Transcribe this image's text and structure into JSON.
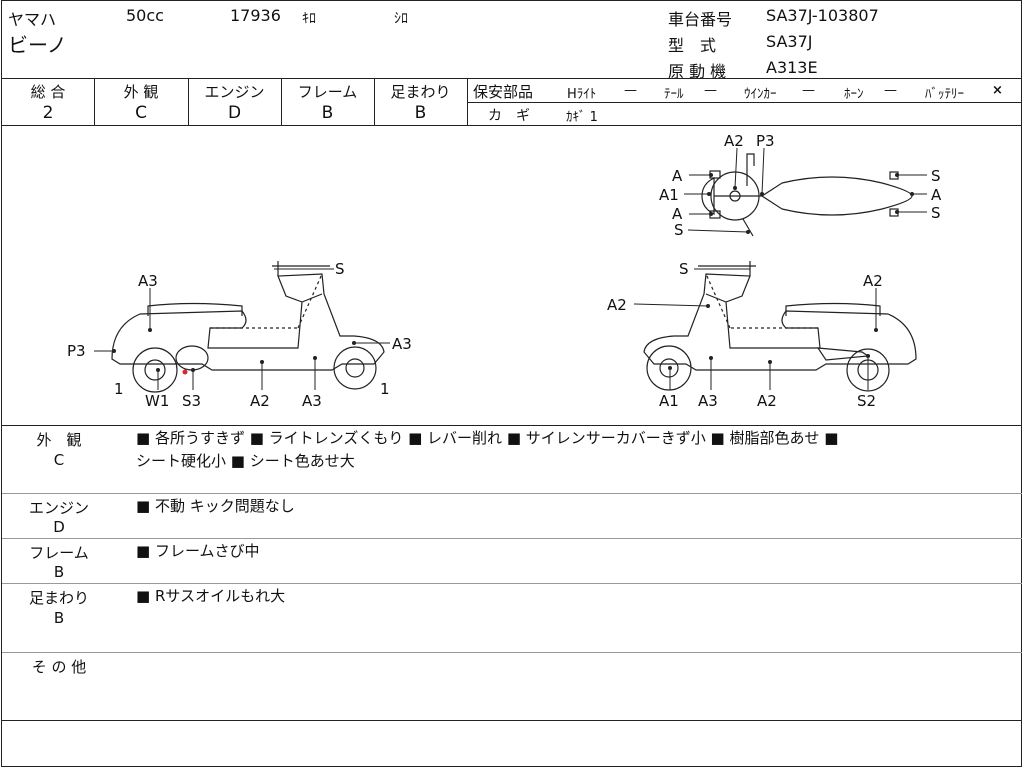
{
  "header": {
    "maker": "ヤマハ",
    "cc": "50cc",
    "mileage": "17936",
    "mileage_unit": "ｷﾛ",
    "color": "ｼﾛ",
    "model": "ビーノ",
    "chassis_label": "車台番号",
    "chassis_value": "SA37J-103807",
    "type_label": "型　式",
    "type_value": "SA37J",
    "engine_label": "原 動 機",
    "engine_value": "A313E"
  },
  "grades": [
    {
      "label": "総 合",
      "value": "2"
    },
    {
      "label": "外 観",
      "value": "C"
    },
    {
      "label": "エンジン",
      "value": "D"
    },
    {
      "label": "フレーム",
      "value": "B"
    },
    {
      "label": "足まわり",
      "value": "B"
    }
  ],
  "safety": {
    "title": "保安部品",
    "headlight": "Hﾗｲﾄ",
    "headlight_val": "—",
    "tail": "ﾃｰﾙ",
    "tail_val": "—",
    "winker": "ｳｲﾝｶｰ",
    "winker_val": "—",
    "horn": "ﾎｰﾝ",
    "horn_val": "—",
    "battery": "ﾊﾞｯﾃﾘｰ",
    "battery_val": "×",
    "key_label": "カ　ギ",
    "key_value": "ｶｷﾞ 1"
  },
  "diagram": {
    "top_view": {
      "a2": "A2",
      "p3": "P3",
      "a_l1": "A",
      "a1": "A1",
      "a_l2": "A",
      "s_l": "S",
      "s_r1": "S",
      "a_r": "A",
      "s_r2": "S"
    },
    "left_view": {
      "s_top": "S",
      "a3_top": "A3",
      "p3": "P3",
      "a3_right": "A3",
      "one_l": "1",
      "one_r": "1",
      "w1": "W1",
      "s3": "S3",
      "a2": "A2",
      "a3_bottom": "A3"
    },
    "right_view": {
      "s_top": "S",
      "a2_left": "A2",
      "a2_right": "A2",
      "a1": "A1",
      "a3": "A3",
      "a2_bottom": "A2",
      "s2": "S2"
    }
  },
  "sections": {
    "exterior": {
      "label": "外　観",
      "grade": "C",
      "line1": "■ 各所うすきず ■ ライトレンズくもり ■ レバー削れ ■ サイレンサーカバーきず小 ■ 樹脂部色あせ ■",
      "line2": "シート硬化小 ■ シート色あせ大"
    },
    "engine": {
      "label": "エンジン",
      "grade": "D",
      "line1": "■ 不動 キック問題なし"
    },
    "frame": {
      "label": "フレーム",
      "grade": "B",
      "line1": "■ フレームさび中"
    },
    "suspension": {
      "label": "足まわり",
      "grade": "B",
      "line1": "■ Rサスオイルもれ大"
    },
    "other": {
      "label": "そ の 他"
    }
  },
  "colors": {
    "line": "#222222",
    "mark_red": "#d8262b"
  }
}
